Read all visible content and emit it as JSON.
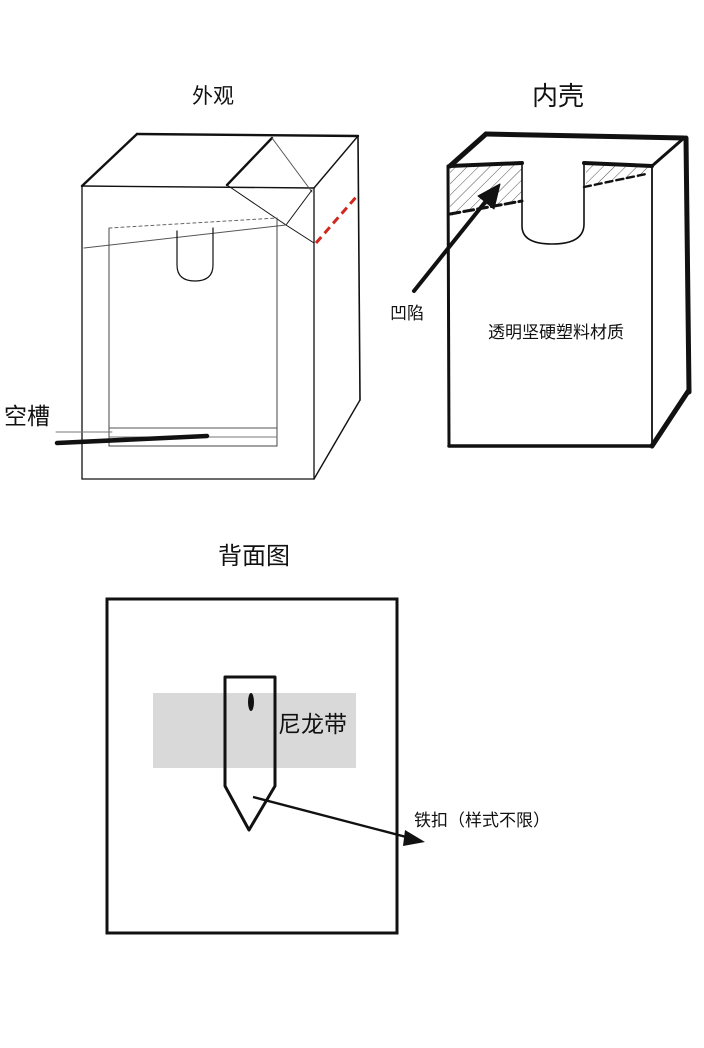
{
  "titles": {
    "exterior": "外观",
    "inner_shell": "内壳",
    "back_view": "背面图"
  },
  "labels": {
    "slot": "空槽",
    "dent": "凹陷",
    "material": "透明坚硬塑料材质",
    "nylon_strap": "尼龙带",
    "iron_buckle": "铁扣（样式不限）"
  },
  "colors": {
    "outline": "#111111",
    "thin_line": "#555555",
    "accent_dash": "#d0281e",
    "strap_fill": "#d9d9d9"
  }
}
